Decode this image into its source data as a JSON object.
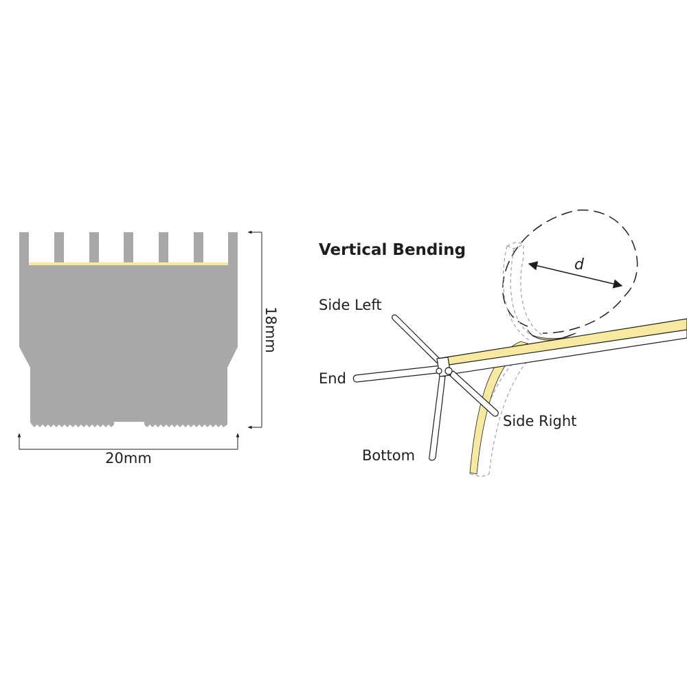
{
  "profile": {
    "height_label": "18mm",
    "width_label": "20mm"
  },
  "bending": {
    "title": "Vertical Bending",
    "diameter_label": "d",
    "axes": {
      "side_left": "Side Left",
      "end": "End",
      "side_right": "Side Right",
      "bottom": "Bottom"
    }
  },
  "colors": {
    "profile_fill": "#a8a8a8",
    "led_strip": "#f7eaa0",
    "line": "#1e1e1e",
    "ghost_line": "#a0a0a0"
  }
}
